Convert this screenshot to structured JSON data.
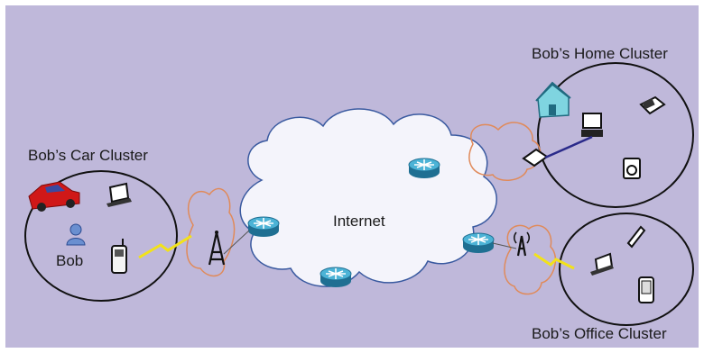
{
  "labels": {
    "home_cluster": "Bob’s Home Cluster",
    "car_cluster": "Bob’s Car Cluster",
    "office_cluster": "Bob’s Office Cluster",
    "internet": "Internet",
    "person": "Bob"
  },
  "colors": {
    "background": "#bfb8da",
    "cluster_outline": "#111111",
    "cloud_outline": "#e08a5a",
    "internet_cloud_fill": "#f4f4fb",
    "internet_cloud_outline": "#3a5aa0",
    "router": "#3aa3c8",
    "wireless_link": "#f2e21a",
    "wired_link": "#2a2a8a",
    "car": "#d01818",
    "house": "#7fd4e0"
  },
  "icons": [
    "car-icon",
    "laptop-icon",
    "person-icon",
    "cell-phone-icon",
    "cell-tower-icon",
    "router-icon",
    "house-icon",
    "desktop-computer-icon",
    "printer-icon",
    "speaker-icon",
    "wireless-gateway-icon",
    "pda-icon",
    "phone-handset-icon"
  ]
}
